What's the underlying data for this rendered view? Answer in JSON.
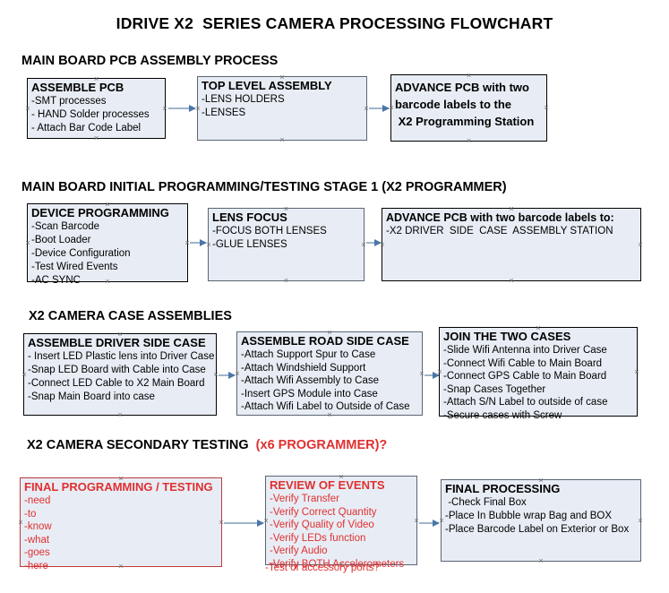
{
  "title": "IDRIVE X2  SERIES CAMERA PROCESSING FLOWCHART",
  "colors": {
    "box_fill": "#e8edf5",
    "box_border": "#000000",
    "box_border_gray": "#5a6473",
    "red_text": "#e03030",
    "arrow": "#9fb4cc",
    "arrow_head": "#4a76a8"
  },
  "sections": [
    {
      "heading": "MAIN BOARD PCB ASSEMBLY PROCESS",
      "heading_red": ""
    },
    {
      "heading": "MAIN BOARD INITIAL PROGRAMMING/TESTING STAGE 1 (X2 PROGRAMMER)",
      "heading_red": ""
    },
    {
      "heading": "X2 CAMERA CASE ASSEMBLIES",
      "heading_red": ""
    },
    {
      "heading": "X2 CAMERA SECONDARY TESTING  ",
      "heading_red": "(x6 PROGRAMMER)?"
    }
  ],
  "nodes": {
    "assemble_pcb": {
      "title": "ASSEMBLE PCB",
      "lines": [
        "-SMT processes",
        "- HAND Solder processes",
        "- Attach Bar Code Label"
      ]
    },
    "top_level_assembly": {
      "title": "TOP LEVEL ASSEMBLY",
      "lines": [
        "-LENS HOLDERS",
        "-LENSES"
      ]
    },
    "advance_pcb_station": {
      "title_lines": [
        "ADVANCE PCB with two",
        "barcode labels to the",
        " X2 Programming Station"
      ]
    },
    "device_programming": {
      "title": "DEVICE PROGRAMMING",
      "lines": [
        "-Scan Barcode",
        "-Boot Loader",
        "-Device Configuration",
        "-Test Wired Events",
        "-AC SYNC"
      ]
    },
    "lens_focus": {
      "title": "LENS FOCUS",
      "lines": [
        "-FOCUS BOTH LENSES",
        "-GLUE LENSES"
      ]
    },
    "advance_pcb_driver": {
      "title": "ADVANCE PCB with two barcode labels to:",
      "lines": [
        "-X2 DRIVER  SIDE  CASE  ASSEMBLY STATION"
      ]
    },
    "driver_side_case": {
      "title": "ASSEMBLE DRIVER SIDE CASE",
      "lines": [
        "- Insert LED Plastic lens into Driver Case",
        "-Snap LED Board with Cable into Case",
        "-Connect LED Cable to X2 Main Board",
        "-Snap Main Board into case"
      ]
    },
    "road_side_case": {
      "title": "ASSEMBLE ROAD SIDE CASE",
      "lines": [
        "-Attach Support Spur to Case",
        "-Attach Windshield Support",
        "-Attach Wifi Assembly to Case",
        "-Insert GPS Module into Case",
        "-Attach Wifi Label to Outside of Case"
      ]
    },
    "join_two_cases": {
      "title": "JOIN THE TWO CASES",
      "lines": [
        "-Slide Wifi Antenna into Driver Case",
        "-Connect Wifi Cable to Main Board",
        "-Connect GPS Cable to Main Board",
        "-Snap Cases Together",
        "-Attach S/N Label to outside of case",
        "-Secure cases with Screw"
      ]
    },
    "final_programming": {
      "title": "FINAL PROGRAMMING / TESTING",
      "lines": [
        "-need",
        "-to",
        "-know",
        "-what",
        "-goes",
        "-here"
      ]
    },
    "review_of_events": {
      "title": "REVIEW OF EVENTS",
      "lines": [
        "-Verify Transfer",
        "-Verify Correct Quantity",
        "-Verify Quality of Video",
        "-Verify LEDs function",
        "-Verify Audio",
        "-Verify BOTH Accelerometers"
      ],
      "overflow_line": "-Test of accessory ports?"
    },
    "final_processing": {
      "title": "FINAL PROCESSING",
      "lines": [
        " -Check Final Box",
        "-Place In Bubble wrap Bag and BOX",
        "-Place Barcode Label on Exterior or Box"
      ]
    }
  }
}
